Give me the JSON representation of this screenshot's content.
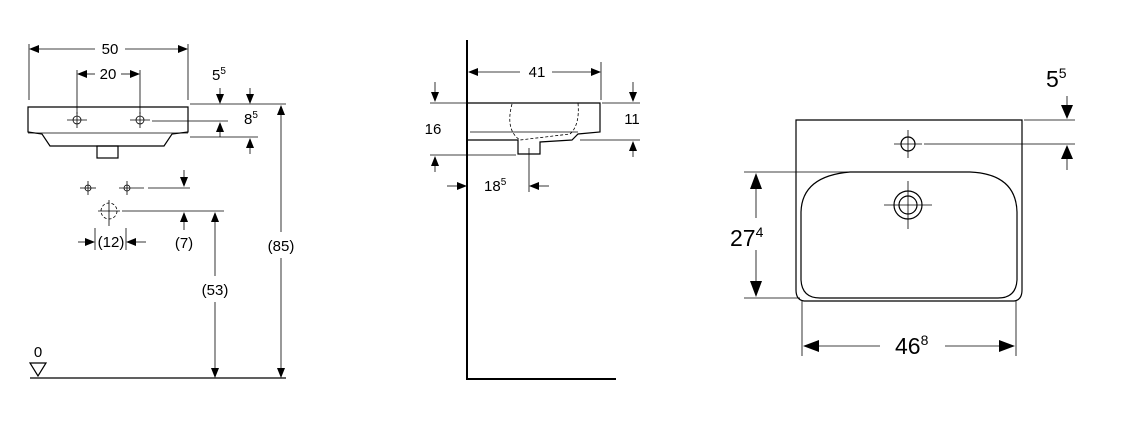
{
  "front_view": {
    "width_total": "50",
    "tap_spacing": "20",
    "rim_offset": {
      "base": "5",
      "sup": "5"
    },
    "rim_thickness": {
      "base": "8",
      "sup": "5"
    },
    "tap_spacing_paren": "(12)",
    "offset_paren": "(7)",
    "height_drain": "(53)",
    "height_rim": "(85)",
    "floor_label": "0"
  },
  "side_view": {
    "depth": "41",
    "front_height": "16",
    "back_height": "11",
    "drain_offset": {
      "base": "18",
      "sup": "5"
    }
  },
  "top_view": {
    "tap_offset": {
      "base": "5",
      "sup": "5"
    },
    "bowl_depth": {
      "base": "27",
      "sup": "4"
    },
    "bowl_width": {
      "base": "46",
      "sup": "8"
    }
  }
}
